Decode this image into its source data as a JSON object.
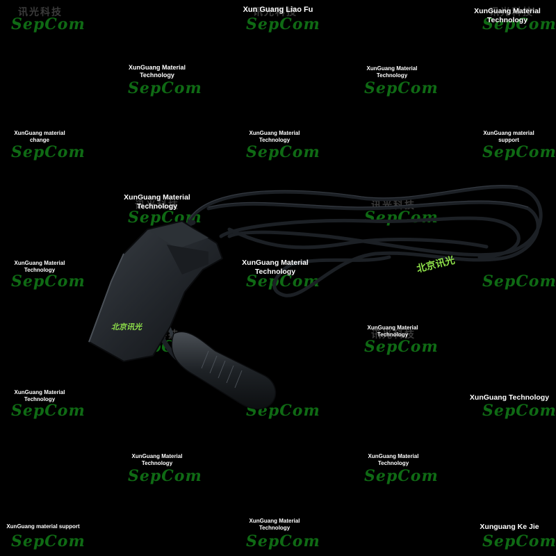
{
  "image": {
    "subject": "black cable sensor",
    "background_color": "#000000",
    "cable_color": "#1b1f24",
    "label_color": "#8ee04a",
    "logo_color": "#0f6a14"
  },
  "watermarks": [
    {
      "text": "Xun Guang Liao Fu"
    },
    {
      "text": "XunGuang Material Technology"
    },
    {
      "text": "XunGuang Material\nTechnology"
    },
    {
      "text": "XunGuang Material\nTechnology"
    },
    {
      "text": "XunGuang material\nchange"
    },
    {
      "text": "XunGuang Material\nTechnology"
    },
    {
      "text": "XunGuang material\nsupport"
    },
    {
      "text": "XunGuang Material\nTechnology"
    },
    {
      "text": "XunGuang Material\nTechnology"
    },
    {
      "text": "XunGuang Material\nTechnology"
    },
    {
      "text": "XunGuang Material\nTechnology"
    },
    {
      "text": "XunGuang Material\nTechnology"
    },
    {
      "text": "XunGuang Technology"
    },
    {
      "text": "XunGuang Material\nTechnology"
    },
    {
      "text": "XunGuang Material\nTechnology"
    },
    {
      "text": "XunGuang material support"
    },
    {
      "text": "XunGuang Material\nTechnology"
    },
    {
      "text": "Xunguang Ke Jie"
    }
  ],
  "logo": {
    "brand_text": "SepCom",
    "chinese_text": "讯光科技"
  },
  "product_labels": {
    "cable_label": "北京讯光",
    "body_label": "北京讯光"
  }
}
